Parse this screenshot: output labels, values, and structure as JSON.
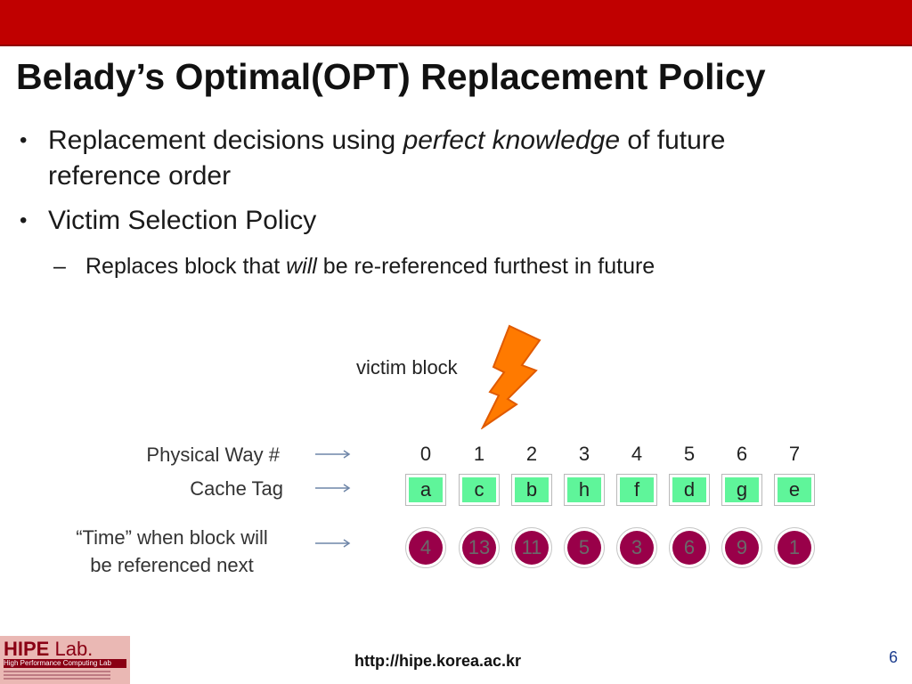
{
  "slide": {
    "title": "Belady’s Optimal(OPT) Replacement Policy",
    "bullets": [
      {
        "pre": "Replacement decisions using ",
        "em": "perfect knowledge",
        "post": " of future",
        "line2": "reference order"
      },
      {
        "text": "Victim Selection Policy"
      }
    ],
    "sub_bullet": {
      "dash": "–",
      "pre": "Replaces block that ",
      "em": "will",
      "post": " be re-referenced furthest in future"
    }
  },
  "diagram": {
    "victim_label": "victim block",
    "victim_way": 1,
    "row_labels": {
      "way": "Physical Way #",
      "tag": "Cache Tag",
      "time_line1": "“Time” when block will",
      "time_line2": "be referenced next"
    },
    "ways": [
      "0",
      "1",
      "2",
      "3",
      "4",
      "5",
      "6",
      "7"
    ],
    "tags": [
      "a",
      "c",
      "b",
      "h",
      "f",
      "d",
      "g",
      "e"
    ],
    "times": [
      "4",
      "13",
      "11",
      "5",
      "3",
      "6",
      "9",
      "1"
    ],
    "colors": {
      "tag_fill": "#5ff59a",
      "time_fill": "#990049",
      "bolt_fill": "#ff7a00",
      "header_bar": "#c00000"
    }
  },
  "footer": {
    "logo_title": "HIPE",
    "logo_title_suffix": " Lab.",
    "logo_subtitle": "High Performance Computing Lab",
    "url": "http://hipe.korea.ac.kr",
    "page_number": "6"
  }
}
